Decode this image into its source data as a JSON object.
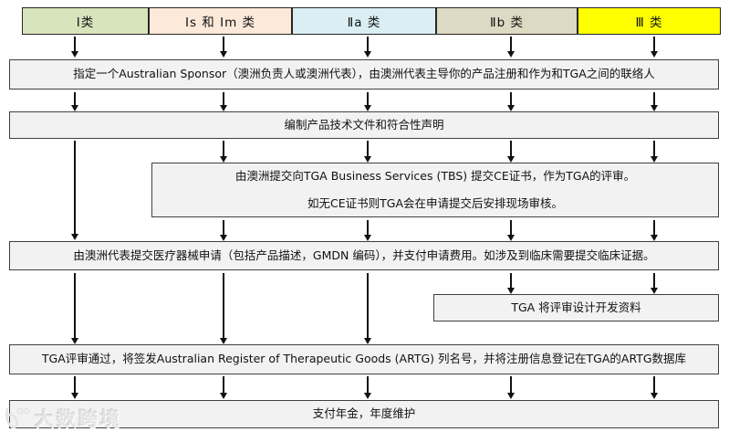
{
  "header": {
    "classes": [
      {
        "label": "Ⅰ类",
        "color": "#d8e4bc"
      },
      {
        "label": "Ⅰs 和 Ⅰm 类",
        "color": "#fde9d9"
      },
      {
        "label": "Ⅱa 类",
        "color": "#daeef3"
      },
      {
        "label": "Ⅱb 类",
        "color": "#ddd9c3"
      },
      {
        "label": "Ⅲ 类",
        "color": "#ffff00"
      }
    ]
  },
  "flow": {
    "sponsor": "指定一个Australian Sponsor（澳洲负责人或澳洲代表），由澳洲代表主导你的产品注册和作为和TGA之间的联络人",
    "tech_docs": "编制产品技术文件和符合性声明",
    "tbs": {
      "line1": "由澳洲提交向TGA Business Services (TBS) 提交CE证书，作为TGA的评审。",
      "line2": "如无CE证书则TGA会在申请提交后安排现场审核。"
    },
    "application": "由澳洲代表提交医疗器械申请（包括产品描述，GMDN 编码），并支付申请费用。如涉及到临床需要提交临床证据。",
    "design_review": "TGA 将评审设计开发资料",
    "artg_listing": "TGA评审通过，将签发Australian Register of Therapeutic Goods (ARTG) 列名号，并将注册信息登记在TGA的ARTG数据库",
    "annual_fee": "支付年金，年度维护"
  },
  "watermark": {
    "text": "大数跨境"
  },
  "colors": {
    "step_fill": "#f2f2f2",
    "step_border": "#404040",
    "arrow": "#111111",
    "class_yellow": "#ffff00"
  }
}
